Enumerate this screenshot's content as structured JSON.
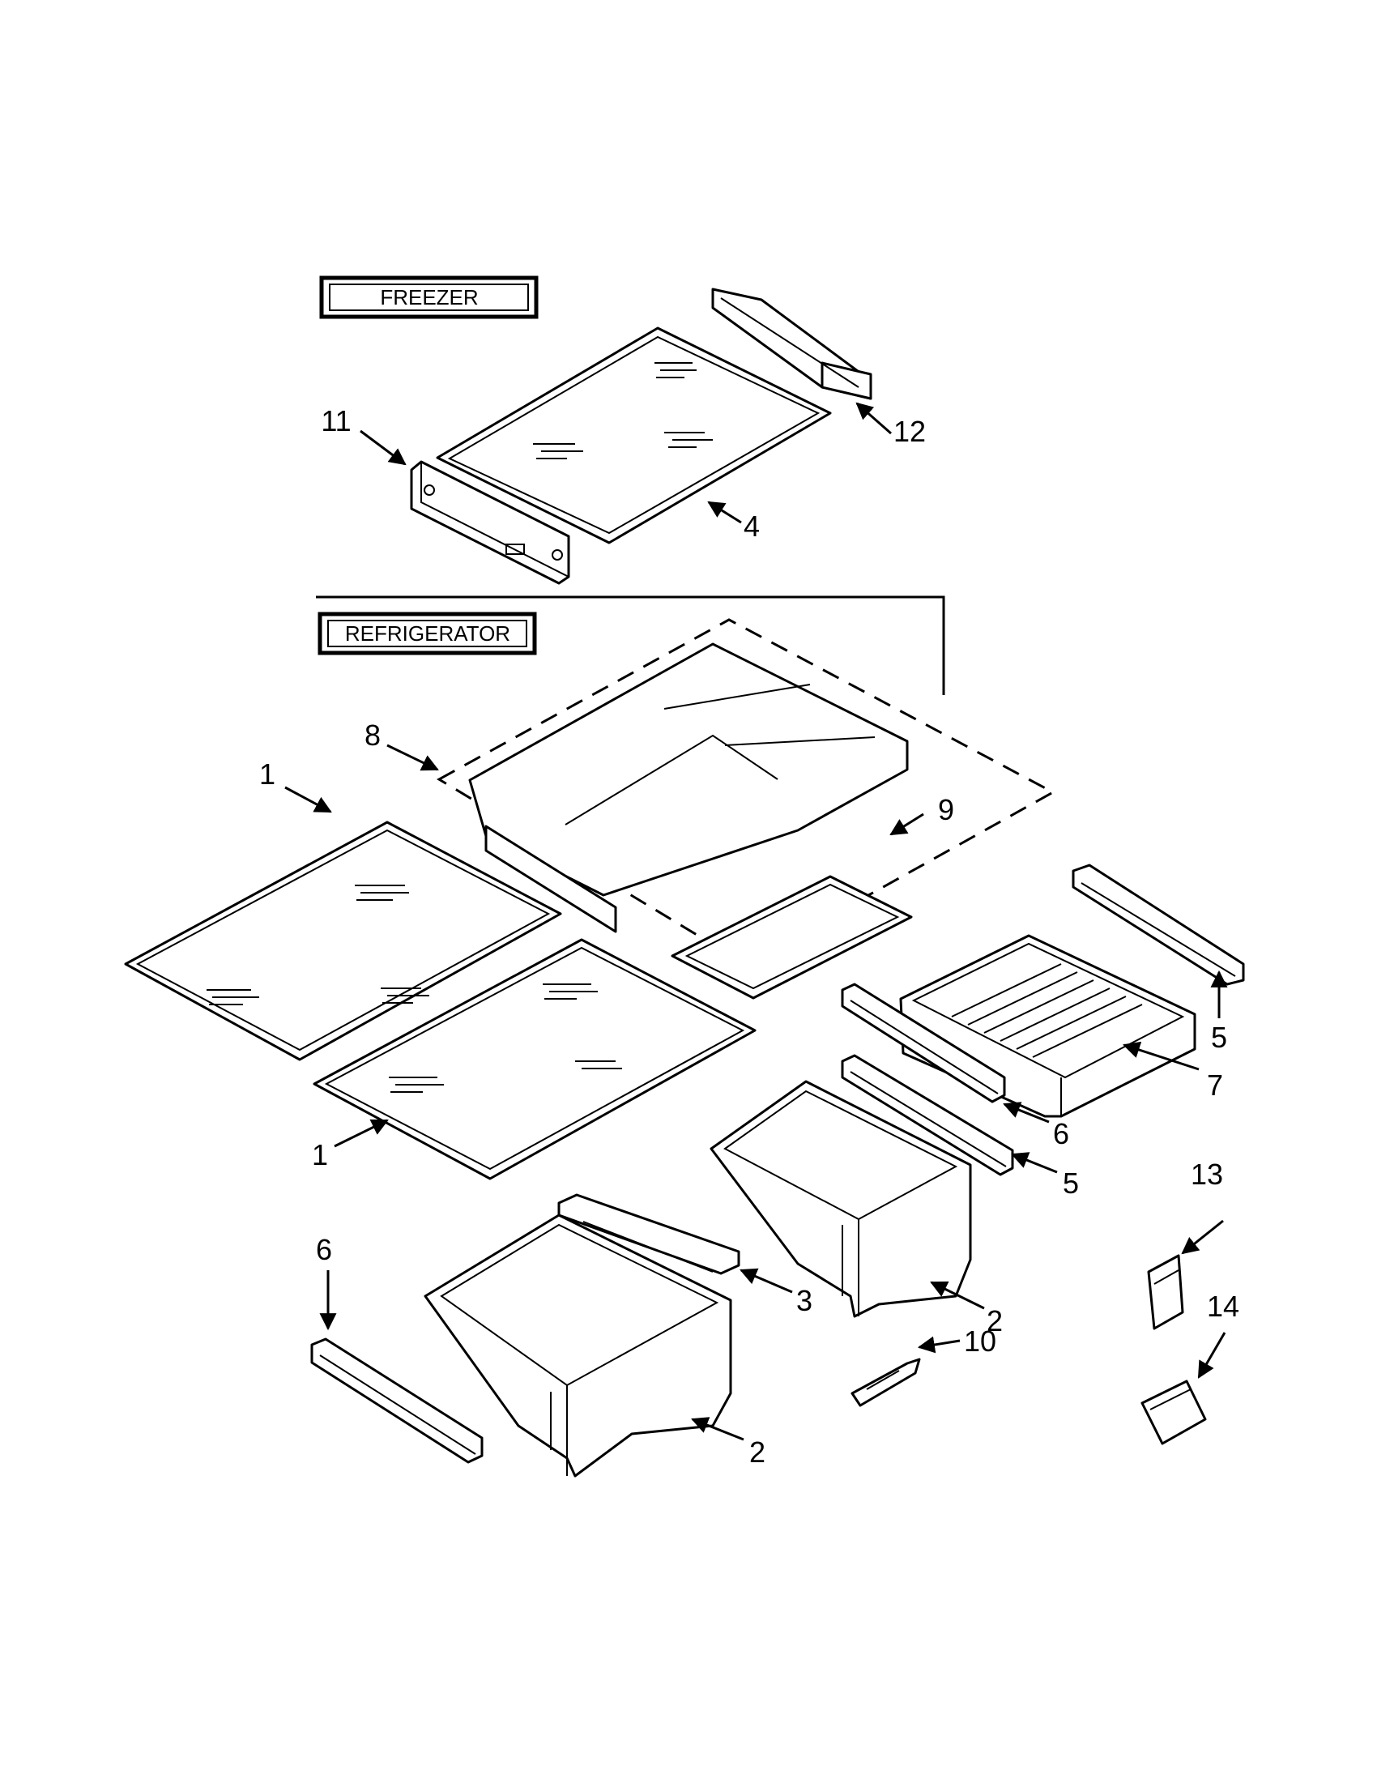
{
  "sections": {
    "freezer": "FREEZER",
    "refrigerator": "REFRIGERATOR"
  },
  "callouts": {
    "c1a": "1",
    "c1b": "1",
    "c2a": "2",
    "c2b": "2",
    "c3": "3",
    "c4": "4",
    "c5a": "5",
    "c5b": "5",
    "c6a": "6",
    "c6b": "6",
    "c7": "7",
    "c8": "8",
    "c9": "9",
    "c10": "10",
    "c11": "11",
    "c12": "12",
    "c13": "13",
    "c14": "14"
  }
}
